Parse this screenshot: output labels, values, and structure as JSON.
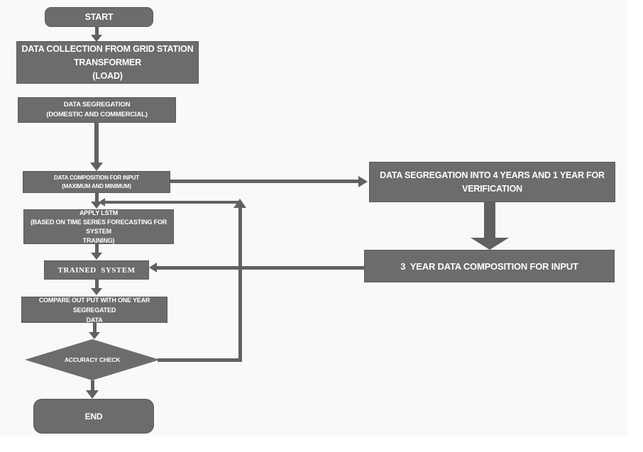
{
  "diagram": {
    "title": "LSTM load forecasting flowchart",
    "colors": {
      "box_fill": "#6c6c6c",
      "box_border": "#5a5a5a",
      "text": "#ffffff",
      "arrow": "#616161",
      "canvas_bg": "#f9f9f9",
      "page_bg": "#ffffff"
    },
    "nodes": {
      "start": {
        "label": "START"
      },
      "data_collection": {
        "lines": [
          "DATA COLLECTION FROM GRID STATION",
          "TRANSFORMER",
          "(LOAD)"
        ]
      },
      "data_segregation": {
        "lines": [
          "DATA SEGREGATION",
          "(DOMESTIC AND COMMERCIAL)"
        ]
      },
      "data_composition": {
        "lines": [
          "DATA COMPOSITION FOR INPUT",
          "(MAXIMUM AND MINIMUM)"
        ]
      },
      "apply_lstm": {
        "lines": [
          "APPLY LSTM",
          "(BASED ON TIME SERIES FORECASTING FOR SYSTEM",
          "TRAINING)"
        ]
      },
      "trained_system": {
        "label": "TRAINED  SYSTEM"
      },
      "compare_output": {
        "lines": [
          "COMPARE OUT PUT WITH ONE YEAR SEGREGATED",
          "DATA"
        ]
      },
      "accuracy_check": {
        "label": "ACCURACY CHECK"
      },
      "end": {
        "label": "END"
      },
      "segregation_4_years": {
        "lines": [
          "DATA SEGREGATION INTO 4 YEARS AND 1 YEAR FOR",
          "VERIFICATION"
        ]
      },
      "composition_3_year": {
        "label": "3  YEAR DATA COMPOSITION FOR INPUT"
      }
    },
    "edges": [
      "start -> data_collection",
      "data_segregation -> data_composition",
      "data_composition -> segregation_4_years",
      "data_composition -> apply_lstm",
      "apply_lstm -> trained_system",
      "trained_system -> compare_output",
      "compare_output -> accuracy_check",
      "accuracy_check -> end",
      "accuracy_check -> apply_lstm (loop back)",
      "segregation_4_years -> composition_3_year",
      "composition_3_year -> trained_system"
    ]
  }
}
